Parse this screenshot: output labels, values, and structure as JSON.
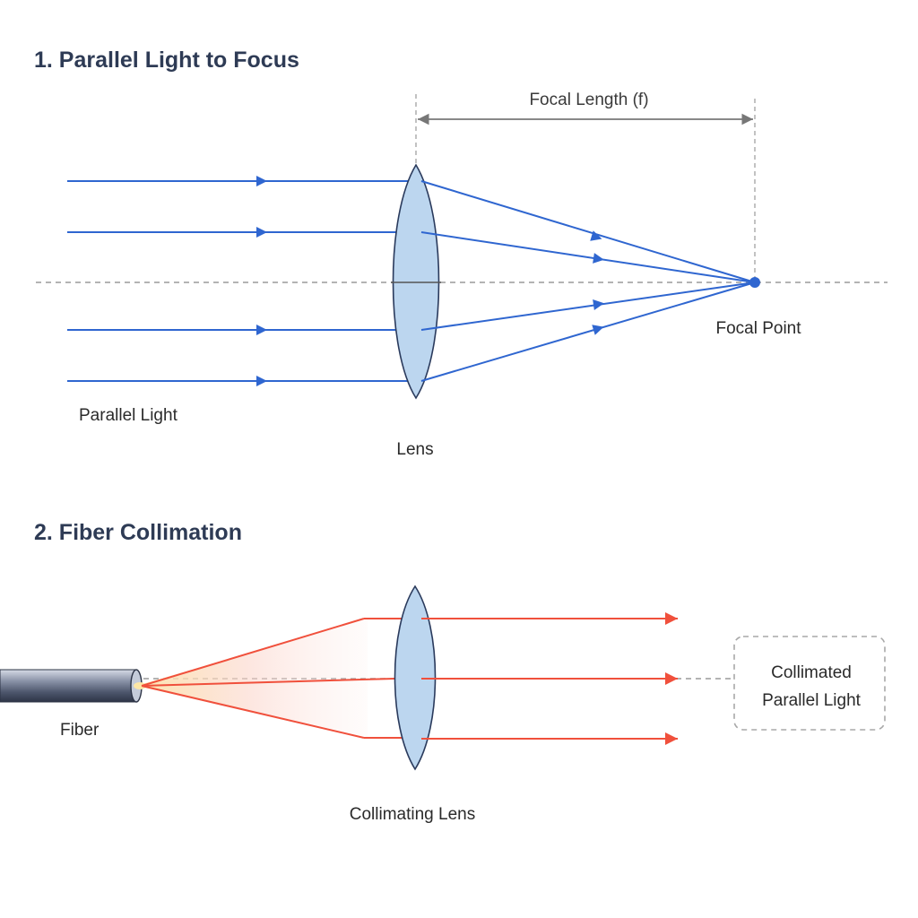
{
  "section1": {
    "title": "1. Parallel Light to Focus",
    "focal_length_label": "Focal Length (f)",
    "focal_point_label": "Focal Point",
    "parallel_light_label": "Parallel Light",
    "lens_label": "Lens"
  },
  "section2": {
    "title": "2. Fiber Collimation",
    "fiber_label": "Fiber",
    "collimating_lens_label": "Collimating Lens",
    "output_label_line1": "Collimated",
    "output_label_line2": "Parallel Light"
  },
  "colors": {
    "ray_blue": "#2f66d0",
    "ray_red": "#f0503c",
    "lens_fill": "#bcd6ef",
    "lens_stroke": "#2a3a5c",
    "axis_dash": "#9a9a9a",
    "dimension": "#777777"
  }
}
